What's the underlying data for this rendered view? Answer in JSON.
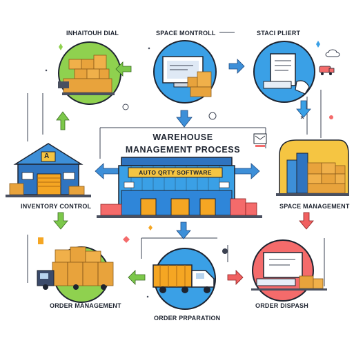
{
  "diagram": {
    "title_line1": "WAREHOUSE",
    "title_line2": "MANAGEMENT PROCESS",
    "center_sign": "AUTO QRTY SOFTWARE",
    "labels": {
      "top_left": "INHAITOUH DIAL",
      "top_center": "SPACE MONTROLL",
      "top_right": "STACI PLIERT",
      "mid_left": "INVENTORY CONTROL",
      "mid_right": "SPACE MANAGEMENT",
      "bottom_left": "ORDER MANAGEMENT",
      "bottom_center": "ORDER PRPARATION",
      "bottom_right": "ORDER DISPASH"
    },
    "building_letter": "A"
  },
  "colors": {
    "green": "#8fd14f",
    "blue": "#2f86d9",
    "light_blue": "#3aa0e6",
    "orange": "#f5a623",
    "red": "#f46b6b",
    "box": "#e8a33c",
    "arrow_blue": "#3d8fd8",
    "arrow_green": "#7cc84a",
    "arrow_red": "#f06060"
  }
}
